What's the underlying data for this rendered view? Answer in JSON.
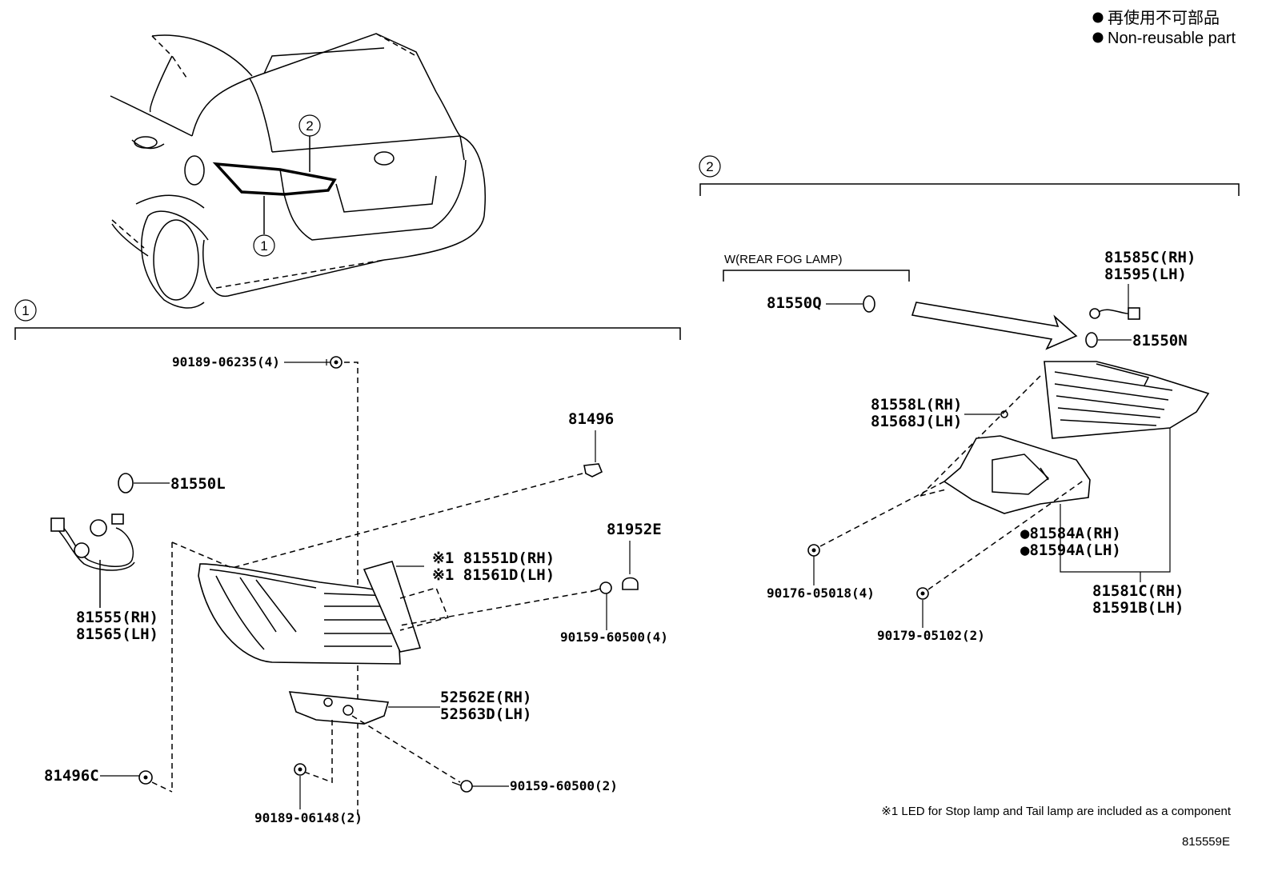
{
  "legend": {
    "jp_text": "再使用不可部品",
    "en_text": "Non-reusable part"
  },
  "callouts": {
    "c1": "1",
    "c2": "2"
  },
  "section1": {
    "parts": {
      "p90189_06235": "90189-06235(4)",
      "p81496": "81496",
      "p81550L": "81550L",
      "p81555": "81555(RH)",
      "p81565": "81565(LH)",
      "p81551D": "※1 81551D(RH)",
      "p81561D": "※1 81561D(LH)",
      "p81952E": "81952E",
      "p90159_60500_4": "90159-60500(4)",
      "p52562E": "52562E(RH)",
      "p52563D": "52563D(LH)",
      "p81496C": "81496C",
      "p90189_06148": "90189-06148(2)",
      "p90159_60500_2": "90159-60500(2)"
    }
  },
  "section2": {
    "fog_label": "W(REAR FOG LAMP)",
    "parts": {
      "p81550Q": "81550Q",
      "p81585C": "81585C(RH)",
      "p81595": "81595(LH)",
      "p81550N": "81550N",
      "p81558L": "81558L(RH)",
      "p81568J": "81568J(LH)",
      "p81584A": "●81584A(RH)",
      "p81594A": "●81594A(LH)",
      "p90176_05018": "90176-05018(4)",
      "p81581C": "81581C(RH)",
      "p81591B": "81591B(LH)",
      "p90179_05102": "90179-05102(2)"
    }
  },
  "footnote": "※1 LED for Stop lamp and Tail lamp are included as a component",
  "drawing_code": "815559E"
}
